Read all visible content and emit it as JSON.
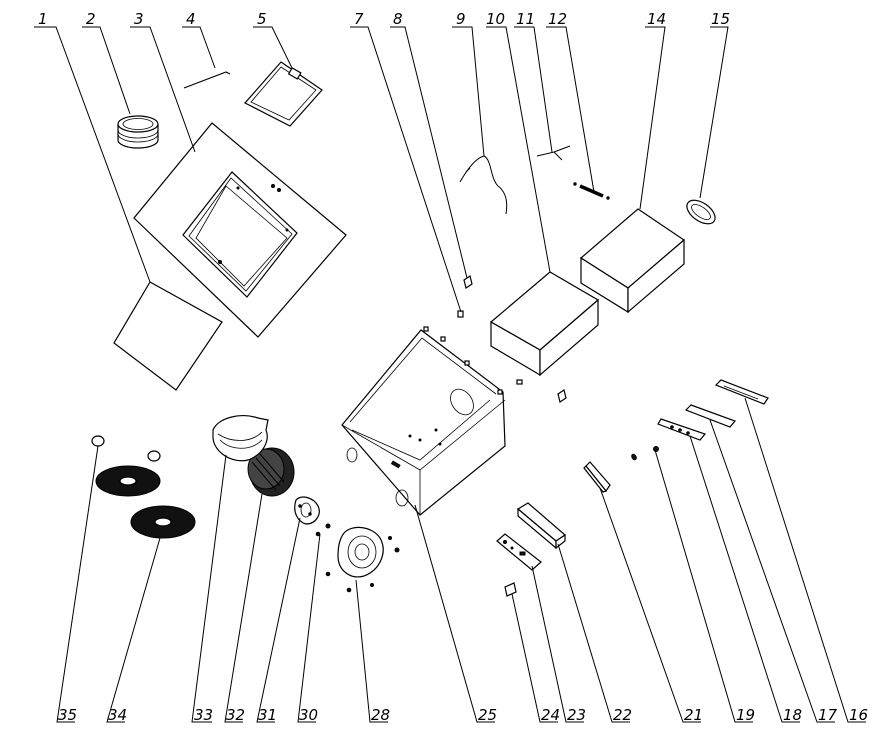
{
  "colors": {
    "ink": "#000000",
    "paper": "#ffffff"
  },
  "callouts": [
    {
      "label": "1"
    },
    {
      "label": "2"
    },
    {
      "label": "3"
    },
    {
      "label": "4"
    },
    {
      "label": "5"
    },
    {
      "label": "7"
    },
    {
      "label": "8"
    },
    {
      "label": "9"
    },
    {
      "label": "10"
    },
    {
      "label": "11"
    },
    {
      "label": "12"
    },
    {
      "label": "14"
    },
    {
      "label": "15"
    },
    {
      "label": "35"
    },
    {
      "label": "34"
    },
    {
      "label": "33"
    },
    {
      "label": "32"
    },
    {
      "label": "31"
    },
    {
      "label": "30"
    },
    {
      "label": "28"
    },
    {
      "label": "25"
    },
    {
      "label": "24"
    },
    {
      "label": "23"
    },
    {
      "label": "22"
    },
    {
      "label": "21"
    },
    {
      "label": "19"
    },
    {
      "label": "18"
    },
    {
      "label": "17"
    },
    {
      "label": "16"
    }
  ]
}
